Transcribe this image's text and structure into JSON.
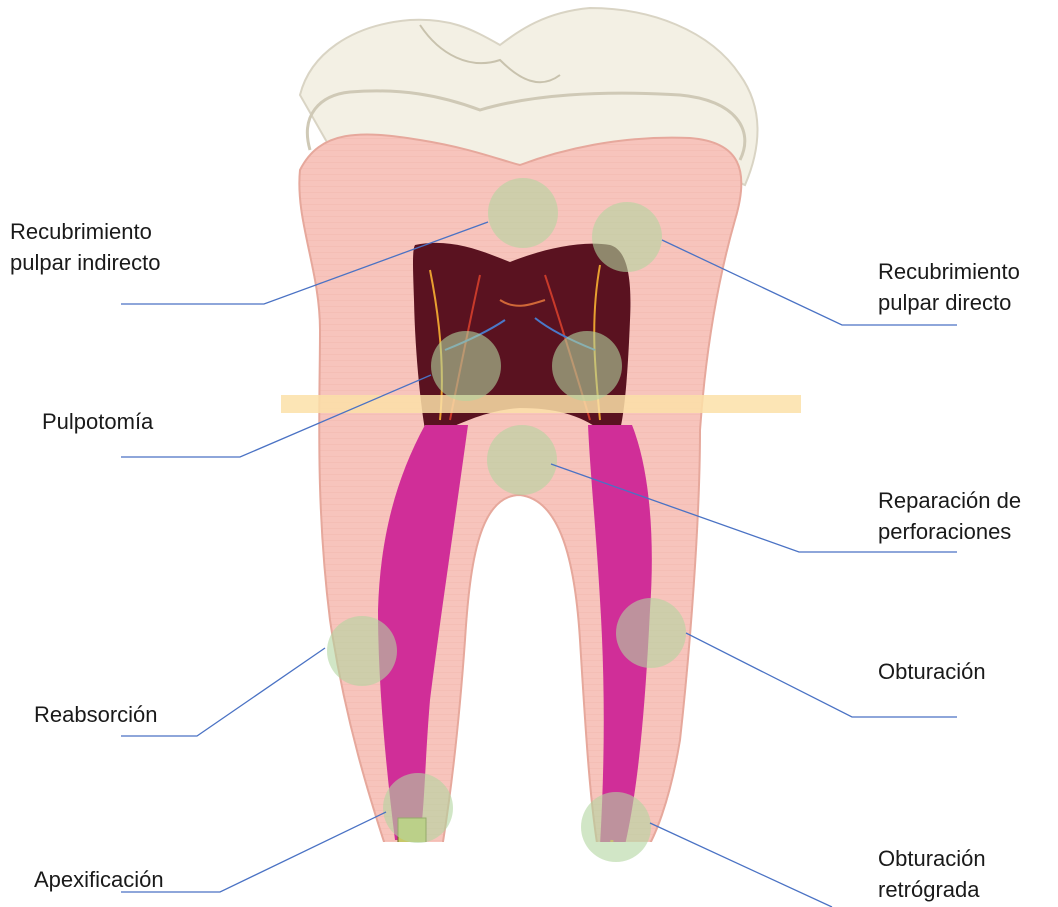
{
  "labels": {
    "indirect_pulp_capping": {
      "line1": "Recubrimiento",
      "line2": "pulpar indirecto"
    },
    "direct_pulp_capping": {
      "line1": "Recubrimiento",
      "line2": "pulpar directo"
    },
    "pulpotomy": {
      "line1": "Pulpotomía"
    },
    "perforation_repair": {
      "line1": "Reparación de",
      "line2": "perforaciones"
    },
    "obturation": {
      "line1": "Obturación"
    },
    "resorption": {
      "line1": "Reabsorción"
    },
    "apexification": {
      "line1": "Apexificación"
    },
    "retrograde_obturation": {
      "line1": "Obturación",
      "line2": "retrógrada"
    }
  },
  "colors": {
    "enamel": "#f3f0e4",
    "crown_outline": "#d9d4c4",
    "dentin": "#f7c4bc",
    "dentin_inner": "#f4bab0",
    "pulp_chamber": "#5a1220",
    "root_canal": "#d02e98",
    "highlight_spot": "#b3d6a0",
    "pulpotomy_band": "#fbe1a8",
    "leader_line": "#4a72c4",
    "filling": "#c8c868"
  }
}
